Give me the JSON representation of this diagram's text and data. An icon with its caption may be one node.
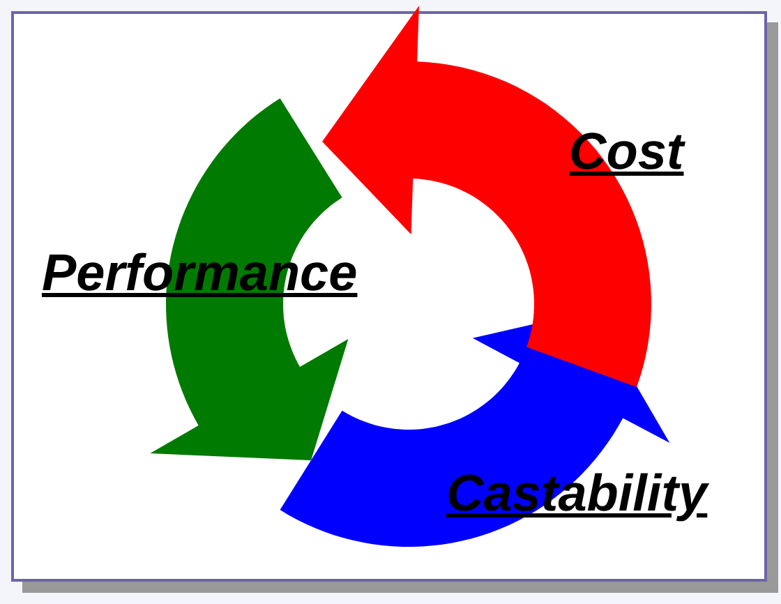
{
  "diagram": {
    "labels": [
      "Cost",
      "Performance",
      "Castability"
    ]
  }
}
